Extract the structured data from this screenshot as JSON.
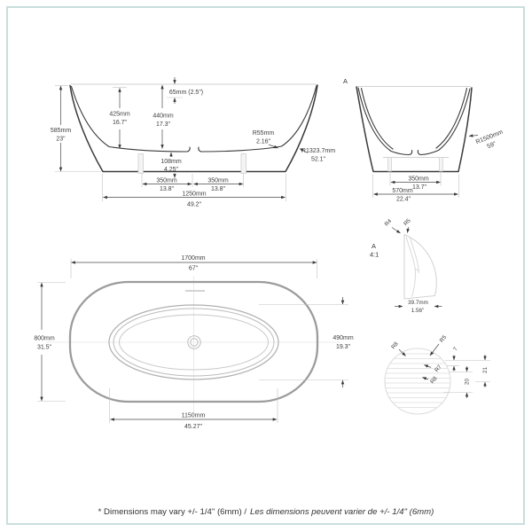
{
  "colors": {
    "page_border": "#c9dedc",
    "drawing_dark_line": "#3a3a3a",
    "dimension_line": "#4a4a4a",
    "light_line": "#d2d2d2",
    "plan_outline": "#9c9c9c"
  },
  "front_view": {
    "height_mm": "585mm",
    "height_in": "23\"",
    "inner_height_mm": "425mm",
    "inner_height_in": "16.7\"",
    "center_height_mm": "440mm",
    "center_height_in": "17.3\"",
    "rim_rise": "65mm (2.5\")",
    "base_height_mm": "108mm",
    "base_height_in": "4.25\"",
    "foot_left_mm": "350mm",
    "foot_left_in": "13.8\"",
    "foot_right_mm": "350mm",
    "foot_right_in": "13.8\"",
    "base_length_mm": "1250mm",
    "base_length_in": "49.2\"",
    "corner_radius_mm": "R55mm",
    "corner_radius_in": "2.16\"",
    "curve_radius_mm": "R1323.7mm",
    "curve_radius_in": "52.1\""
  },
  "side_view": {
    "section_label": "A",
    "radius_mm": "R1500mm",
    "radius_in": "59\"",
    "foot_span_mm": "350mm",
    "foot_span_in": "13.7\"",
    "base_width_mm": "570mm",
    "base_width_in": "22.4\""
  },
  "detail_a": {
    "label": "A",
    "scale": "4:1",
    "radius_1": "R4",
    "radius_2": "R5",
    "width_mm": "39.7mm",
    "width_in": "1.56\""
  },
  "plan_view": {
    "length_mm": "1700mm",
    "length_in": "67\"",
    "width_mm": "800mm",
    "width_in": "31.5\"",
    "inner_width_mm": "490mm",
    "inner_width_in": "19.3\"",
    "inner_length_mm": "1150mm",
    "inner_length_in": "45.27\""
  },
  "detail_b": {
    "radius_top": "R8",
    "radius_right": "R5",
    "dim_small": "7",
    "radius_mid": "R7",
    "radius_low": "R8",
    "dim_mid": "20",
    "dim_outer": "21"
  },
  "footer": {
    "note_en": "* Dimensions may vary +/- 1/4\" (6mm) /",
    "note_fr": "Les dimensions peuvent varier de +/- 1/4\" (6mm)"
  }
}
